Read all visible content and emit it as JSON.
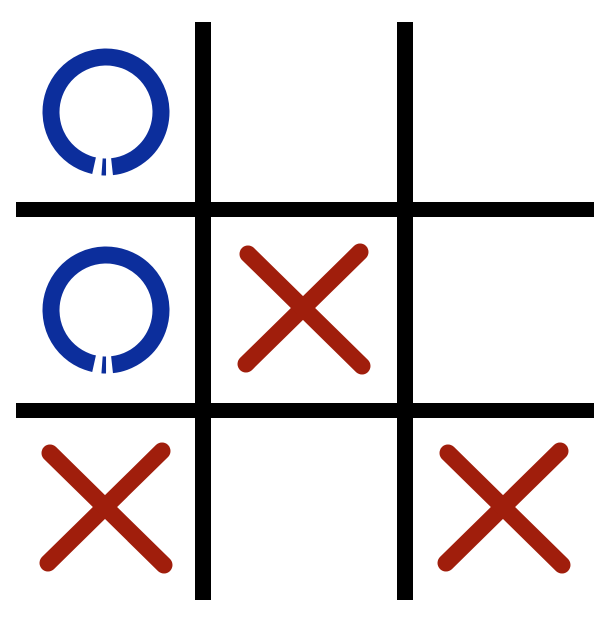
{
  "game": {
    "type": "tic-tac-toe",
    "board": [
      [
        "O",
        "",
        ""
      ],
      [
        "O",
        "X",
        ""
      ],
      [
        "X",
        "",
        "X"
      ]
    ]
  },
  "colors": {
    "grid": "#000000",
    "x_mark": "#a01e0c",
    "o_mark": "#0c2e9c",
    "background": "#ffffff"
  },
  "icons": {
    "X": "x-mark-icon",
    "O": "o-mark-icon"
  }
}
